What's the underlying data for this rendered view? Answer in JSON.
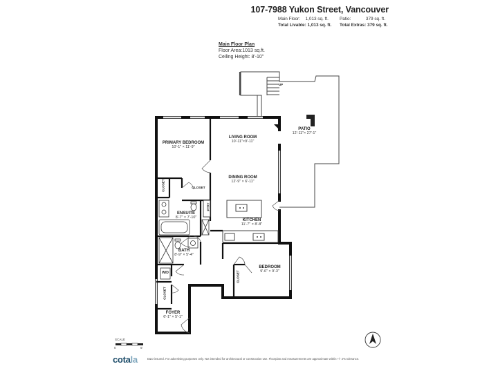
{
  "header": {
    "title": "107-7988 Yukon Street, Vancouver",
    "main_floor_label": "Main Floor:",
    "main_floor_value": "1,013 sq. ft.",
    "patio_label": "Patio:",
    "patio_value": "379 sq. ft.",
    "total_livable_label": "Total Livable:",
    "total_livable_value": "1,013 sq. ft.",
    "total_extras_label": "Total Extras:",
    "total_extras_value": "379 sq. ft."
  },
  "plan": {
    "title": "Main Floor Plan",
    "area": "Floor Area:1013 sq.ft.",
    "ceiling": "Ceiling Height: 8'-10\""
  },
  "rooms": {
    "primary_bedroom": {
      "name": "PRIMARY BEDROOM",
      "dims": "10'-1\" × 11'-9\""
    },
    "living_room": {
      "name": "LIVING ROOM",
      "dims": "10'-11\"×9'-11\""
    },
    "dining_room": {
      "name": "DINING ROOM",
      "dims": "12'-9\" × 6'-11\""
    },
    "patio": {
      "name": "PATIO",
      "dims": "12'-11\"× 27'-1\""
    },
    "ensuite": {
      "name": "ENSUITE",
      "dims": "8'-7\" × 7'-10\""
    },
    "kitchen": {
      "name": "KITCHEN",
      "dims": "11'-7\" × 8'-8\""
    },
    "bath": {
      "name": "BATH",
      "dims": "8'-9\" × 5'-4\""
    },
    "bedroom": {
      "name": "BEDROOM",
      "dims": "9'-6\" × 9'-3\""
    },
    "foyer": {
      "name": "FOYER",
      "dims": "6'-1\" × 5'-1\""
    }
  },
  "labels": {
    "closet": "CLOSET",
    "pantry": "PTRY",
    "washer_dryer": "W/D",
    "stairs_up": "UP"
  },
  "scale": {
    "label": "SCALE",
    "start": "0",
    "end": "5'"
  },
  "footer": {
    "logo_main": "cota",
    "logo_accent": "la",
    "disclaimer": "E&O insured. For advertising purposes only. Not intended for architectural or construction use. Floorplan and measurements are approximate within +/- 2% tolerance."
  },
  "icons": {
    "compass": "north-arrow-icon"
  }
}
